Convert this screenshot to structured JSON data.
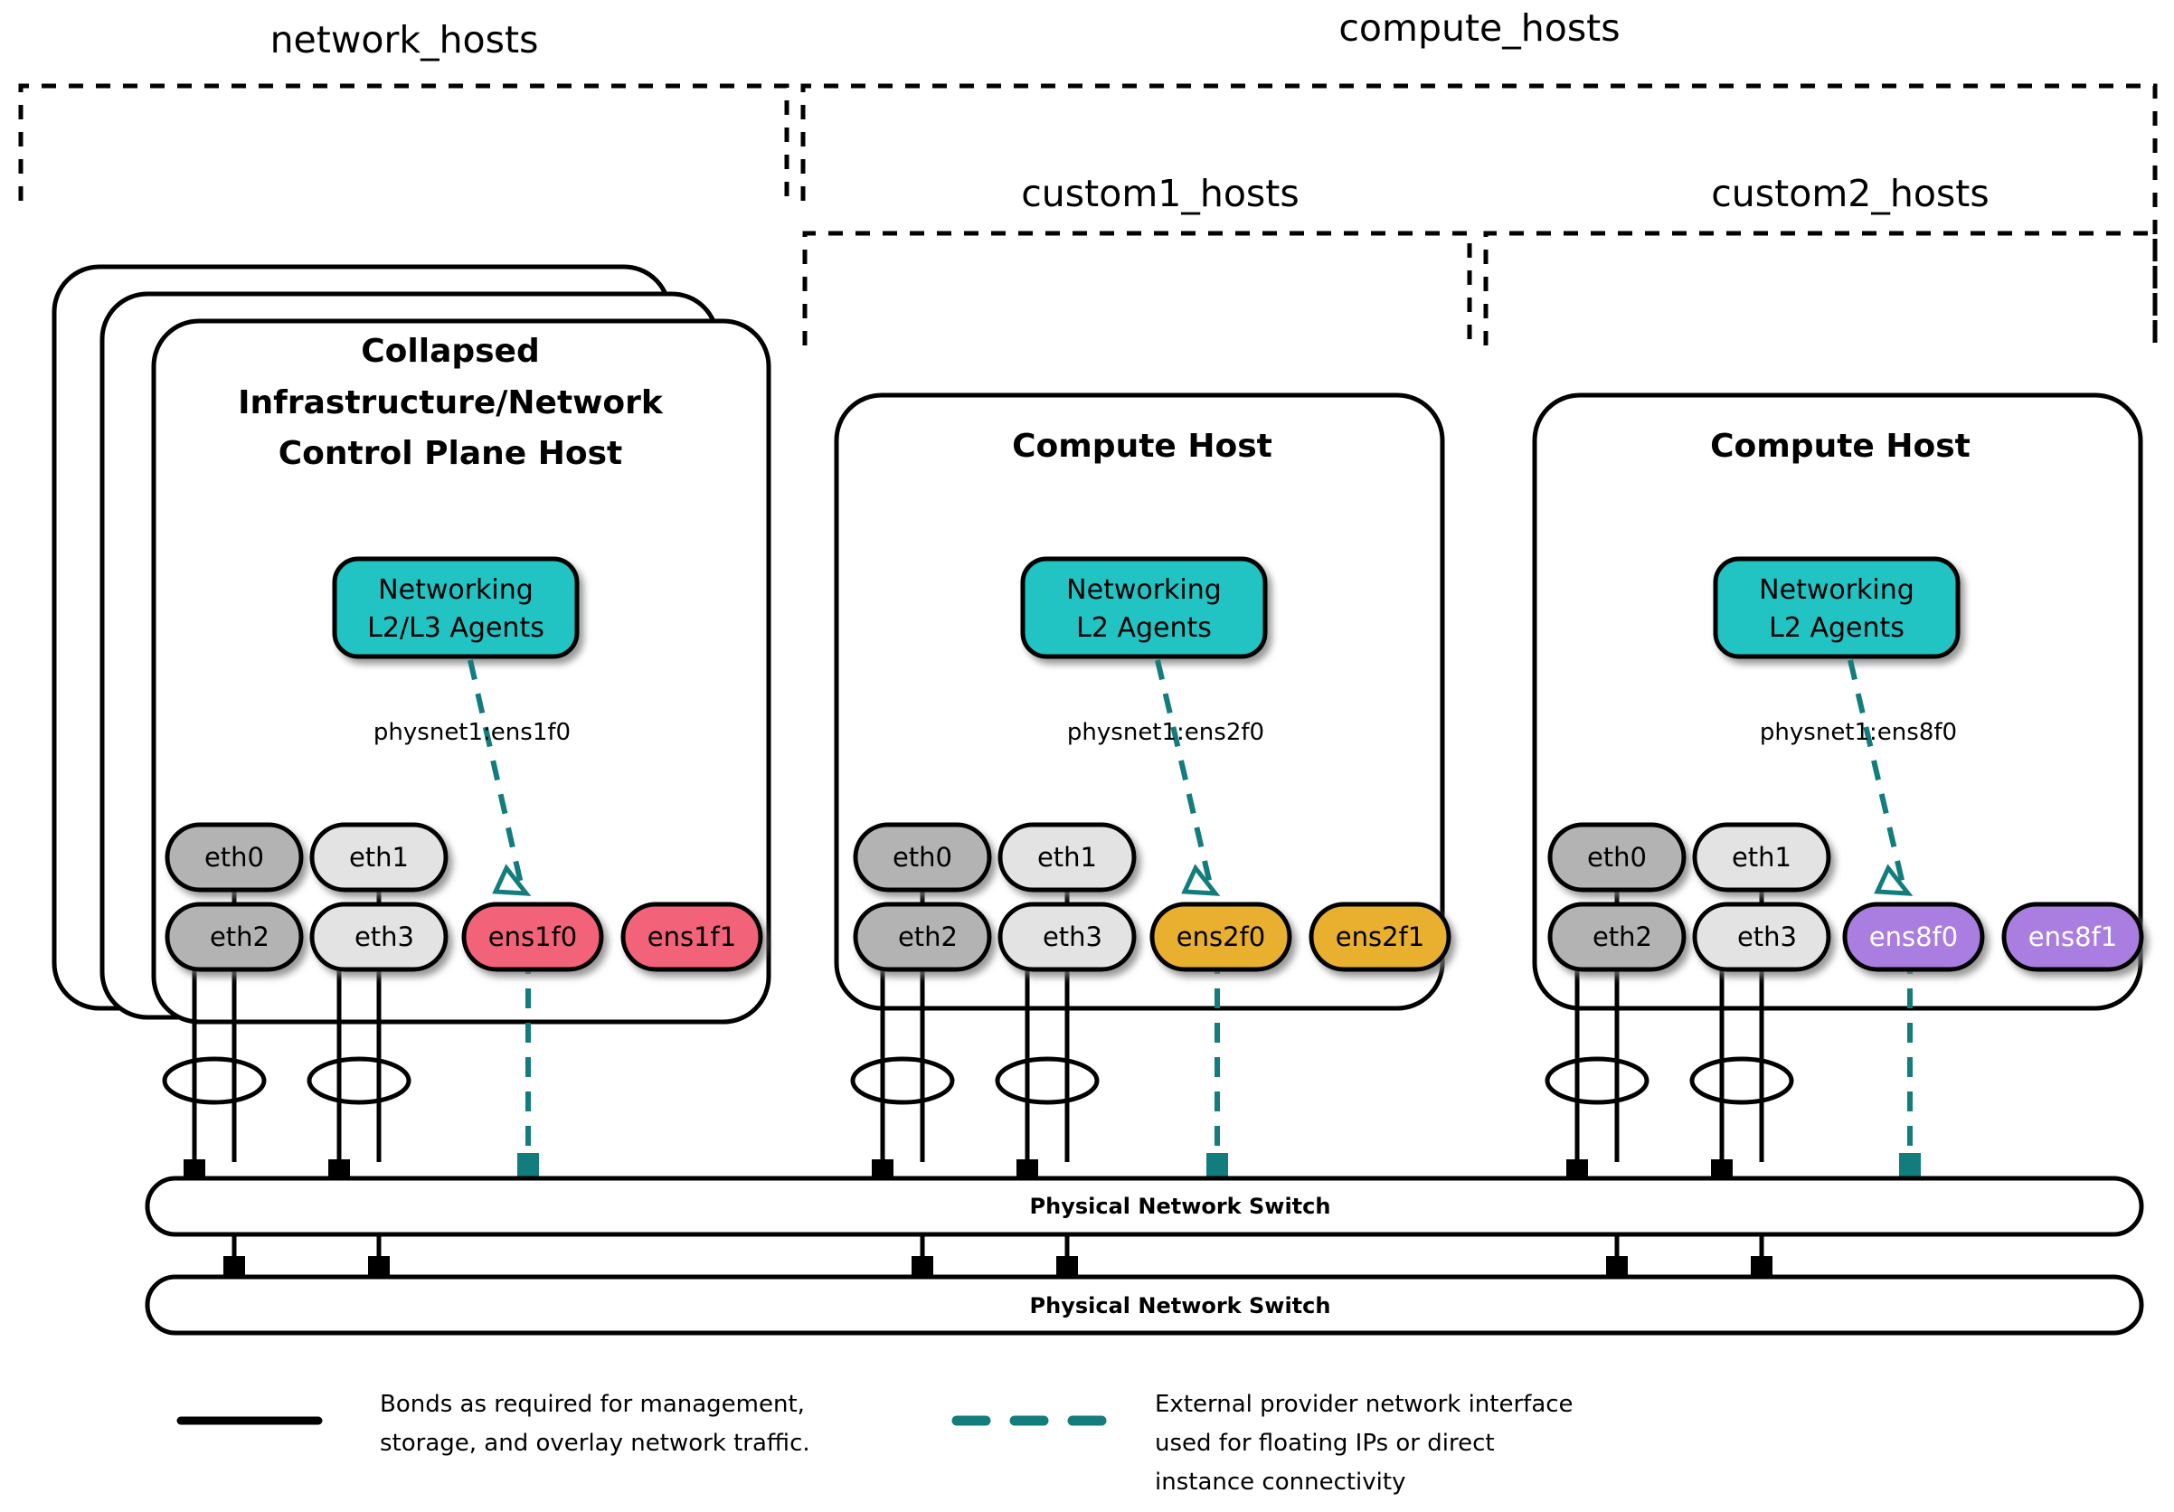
{
  "diagram": {
    "title": "OpenStack network host and compute host NIC layout",
    "colors": {
      "teal_agent": "#23c3c3",
      "teal_dash": "#137c7c",
      "nic_dark_gray": "#b3b3b3",
      "nic_light_gray": "#e3e3e3",
      "nic_pink": "#f2647a",
      "nic_amber": "#e8b02f",
      "nic_purple": "#a97ee0",
      "outline": "#000000",
      "background": "#ffffff"
    }
  },
  "groups": [
    {
      "id": "network_hosts",
      "label": "network_hosts"
    },
    {
      "id": "compute_hosts",
      "label": "compute_hosts"
    },
    {
      "id": "custom1_hosts",
      "label": "custom1_hosts"
    },
    {
      "id": "custom2_hosts",
      "label": "custom2_hosts"
    }
  ],
  "hosts": [
    {
      "id": "network-host",
      "title_lines": [
        "Collapsed",
        "Infrastructure/Network",
        "Control Plane Host"
      ],
      "stacked": true,
      "agent": {
        "lines": [
          "Networking",
          "L2/L3 Agents"
        ]
      },
      "physnet_label": "physnet1:ens1f0",
      "nics_top": [
        {
          "name": "eth0",
          "color": "#b3b3b3",
          "text": "dark"
        },
        {
          "name": "eth1",
          "color": "#e3e3e3",
          "text": "dark"
        }
      ],
      "nics_bottom": [
        {
          "name": "eth2",
          "color": "#b3b3b3",
          "text": "dark"
        },
        {
          "name": "eth3",
          "color": "#e3e3e3",
          "text": "dark"
        },
        {
          "name": "ens1f0",
          "color": "#f2647a",
          "text": "dark"
        },
        {
          "name": "ens1f1",
          "color": "#f2647a",
          "text": "dark"
        }
      ]
    },
    {
      "id": "compute-host-1",
      "title_lines": [
        "Compute Host"
      ],
      "stacked": false,
      "agent": {
        "lines": [
          "Networking",
          "L2 Agents"
        ]
      },
      "physnet_label": "physnet1:ens2f0",
      "nics_top": [
        {
          "name": "eth0",
          "color": "#b3b3b3",
          "text": "dark"
        },
        {
          "name": "eth1",
          "color": "#e3e3e3",
          "text": "dark"
        }
      ],
      "nics_bottom": [
        {
          "name": "eth2",
          "color": "#b3b3b3",
          "text": "dark"
        },
        {
          "name": "eth3",
          "color": "#e3e3e3",
          "text": "dark"
        },
        {
          "name": "ens2f0",
          "color": "#e8b02f",
          "text": "dark"
        },
        {
          "name": "ens2f1",
          "color": "#e8b02f",
          "text": "dark"
        }
      ]
    },
    {
      "id": "compute-host-2",
      "title_lines": [
        "Compute Host"
      ],
      "stacked": false,
      "agent": {
        "lines": [
          "Networking",
          "L2 Agents"
        ]
      },
      "physnet_label": "physnet1:ens8f0",
      "nics_top": [
        {
          "name": "eth0",
          "color": "#b3b3b3",
          "text": "dark"
        },
        {
          "name": "eth1",
          "color": "#e3e3e3",
          "text": "dark"
        }
      ],
      "nics_bottom": [
        {
          "name": "eth2",
          "color": "#b3b3b3",
          "text": "dark"
        },
        {
          "name": "eth3",
          "color": "#e3e3e3",
          "text": "dark"
        },
        {
          "name": "ens8f0",
          "color": "#a97ee0",
          "text": "light"
        },
        {
          "name": "ens8f1",
          "color": "#a97ee0",
          "text": "light"
        }
      ]
    }
  ],
  "switches": [
    {
      "id": "switch-top",
      "label": "Physical Network Switch"
    },
    {
      "id": "switch-bottom",
      "label": "Physical Network Switch"
    }
  ],
  "legend": [
    {
      "id": "legend-bonds",
      "style": "solid",
      "lines": [
        "Bonds as required for management,",
        "storage, and overlay network traffic."
      ]
    },
    {
      "id": "legend-external",
      "style": "dashed",
      "lines": [
        "External provider network interface",
        "used for floating IPs or direct",
        "instance connectivity"
      ]
    }
  ]
}
